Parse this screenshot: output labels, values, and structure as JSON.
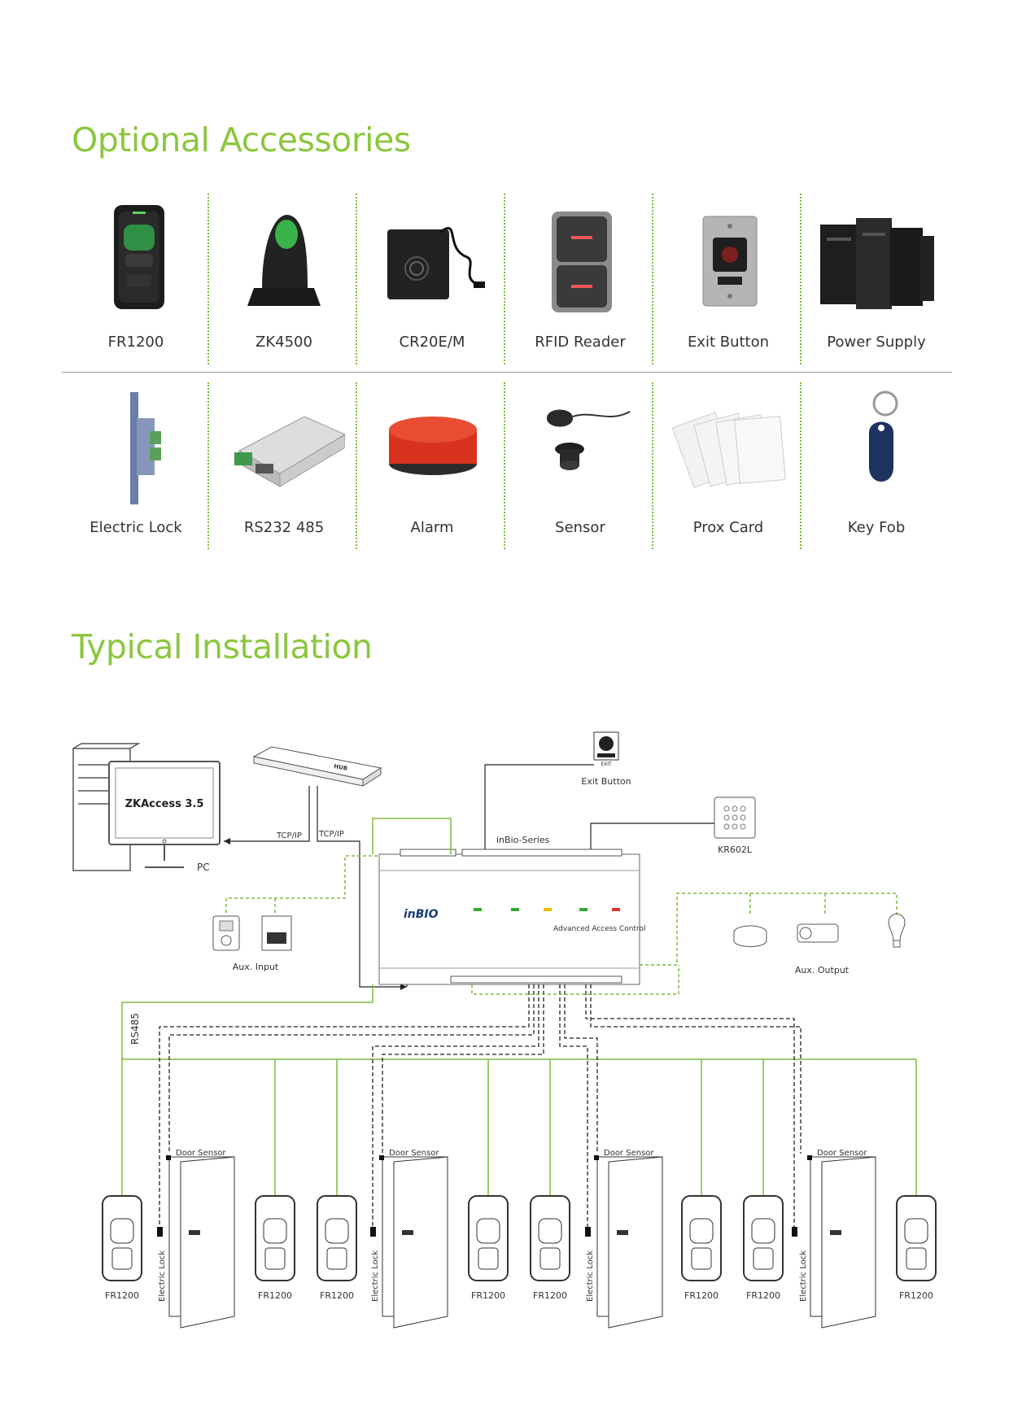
{
  "sections": {
    "accessories_title": "Optional Accessories",
    "installation_title": "Typical Installation"
  },
  "accessories": [
    {
      "label": "FR1200",
      "icon": "fingerprint-reader-icon"
    },
    {
      "label": "ZK4500",
      "icon": "usb-fingerprint-scanner-icon"
    },
    {
      "label": "CR20E/M",
      "icon": "usb-card-reader-icon"
    },
    {
      "label": "RFID Reader",
      "icon": "rfid-reader-icon"
    },
    {
      "label": "Exit Button",
      "icon": "exit-button-icon"
    },
    {
      "label": "Power Supply",
      "icon": "power-supply-icon"
    },
    {
      "label": "Electric Lock",
      "icon": "electric-lock-icon"
    },
    {
      "label": "RS232 485",
      "icon": "converter-icon"
    },
    {
      "label": "Alarm",
      "icon": "alarm-icon"
    },
    {
      "label": "Sensor",
      "icon": "sensor-icon"
    },
    {
      "label": "Prox Card",
      "icon": "prox-card-icon"
    },
    {
      "label": "Key Fob",
      "icon": "key-fob-icon"
    }
  ],
  "diagram": {
    "software": "ZKAccess 3.5",
    "pc": "PC",
    "tcpip_1": "TCP/IP",
    "tcpip_2": "TCP/IP",
    "switch_brand": "HUB",
    "exit_button": "Exit Button",
    "exit_sign": "EXIT",
    "controller_series": "inBio-Series",
    "controller_logo": "inBIO",
    "controller_caption": "Advanced Access Control",
    "keypad": "KR602L",
    "aux_input": "Aux. Input",
    "aux_output": "Aux. Output",
    "rs485": "RS485",
    "door_sensor": "Door Sensor",
    "electric_lock": "Electric Lock",
    "reader": "FR1200"
  },
  "colors": {
    "accent_green": "#8cc63f",
    "line_green": "#7dbb3c",
    "line_black": "#222222"
  }
}
